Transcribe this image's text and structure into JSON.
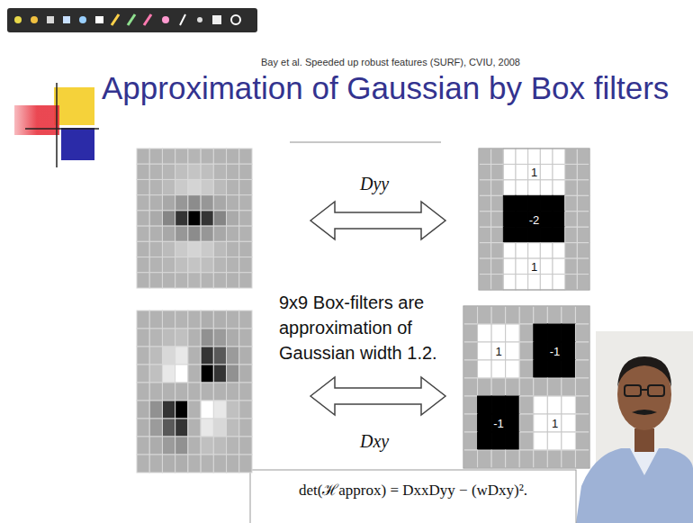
{
  "diagram": {
    "title": "Approximation of Gaussian by Box filters",
    "nodes": [
      {
        "text": [
          "1",
          "-2",
          "1"
        ]
      },
      {
        "text": [
          "1",
          "-1",
          "-1",
          "1"
        ]
      },
      {
        "text": [
          "det(ℋapprox) = DxxDyy − (wDxy)²."
        ]
      }
    ],
    "labels": [
      "Bay et al. Speeded up robust features (SURF), CVIU, 2008",
      "Dyy",
      "9x9 Box-filters are approximation of Gaussian width 1.2.",
      "Dxy"
    ]
  }
}
